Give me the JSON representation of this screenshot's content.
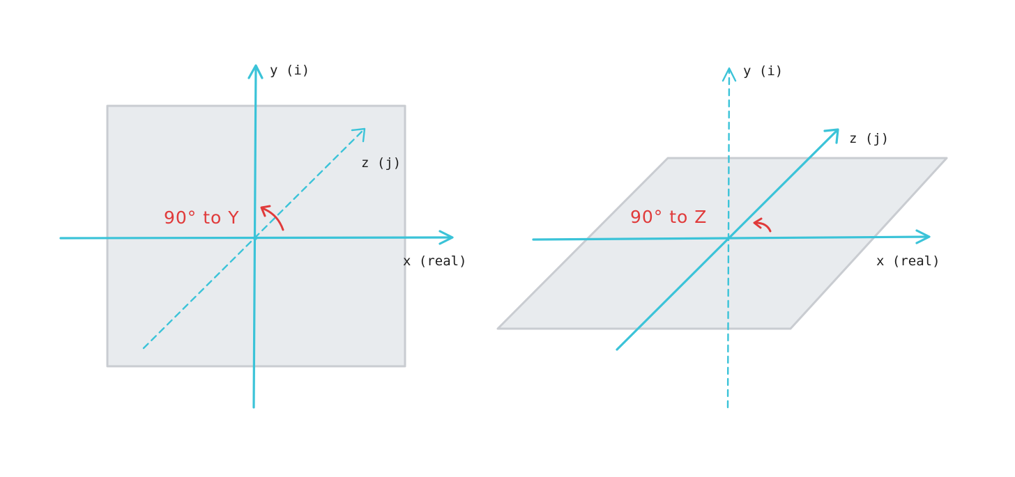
{
  "left_diagram": {
    "y_label": "y (i)",
    "z_label": "z (j)",
    "x_label": "x (real)",
    "rotation_label": "90° to Y"
  },
  "right_diagram": {
    "y_label": "y (i)",
    "z_label": "z (j)",
    "x_label": "x (real)",
    "rotation_label": "90° to Z"
  },
  "colors": {
    "axis": "#3bc3d8",
    "plane_fill": "#e8ebee",
    "plane_stroke": "#c9ccd1",
    "rotation": "#e03a3a",
    "text": "#1d1d1d"
  }
}
